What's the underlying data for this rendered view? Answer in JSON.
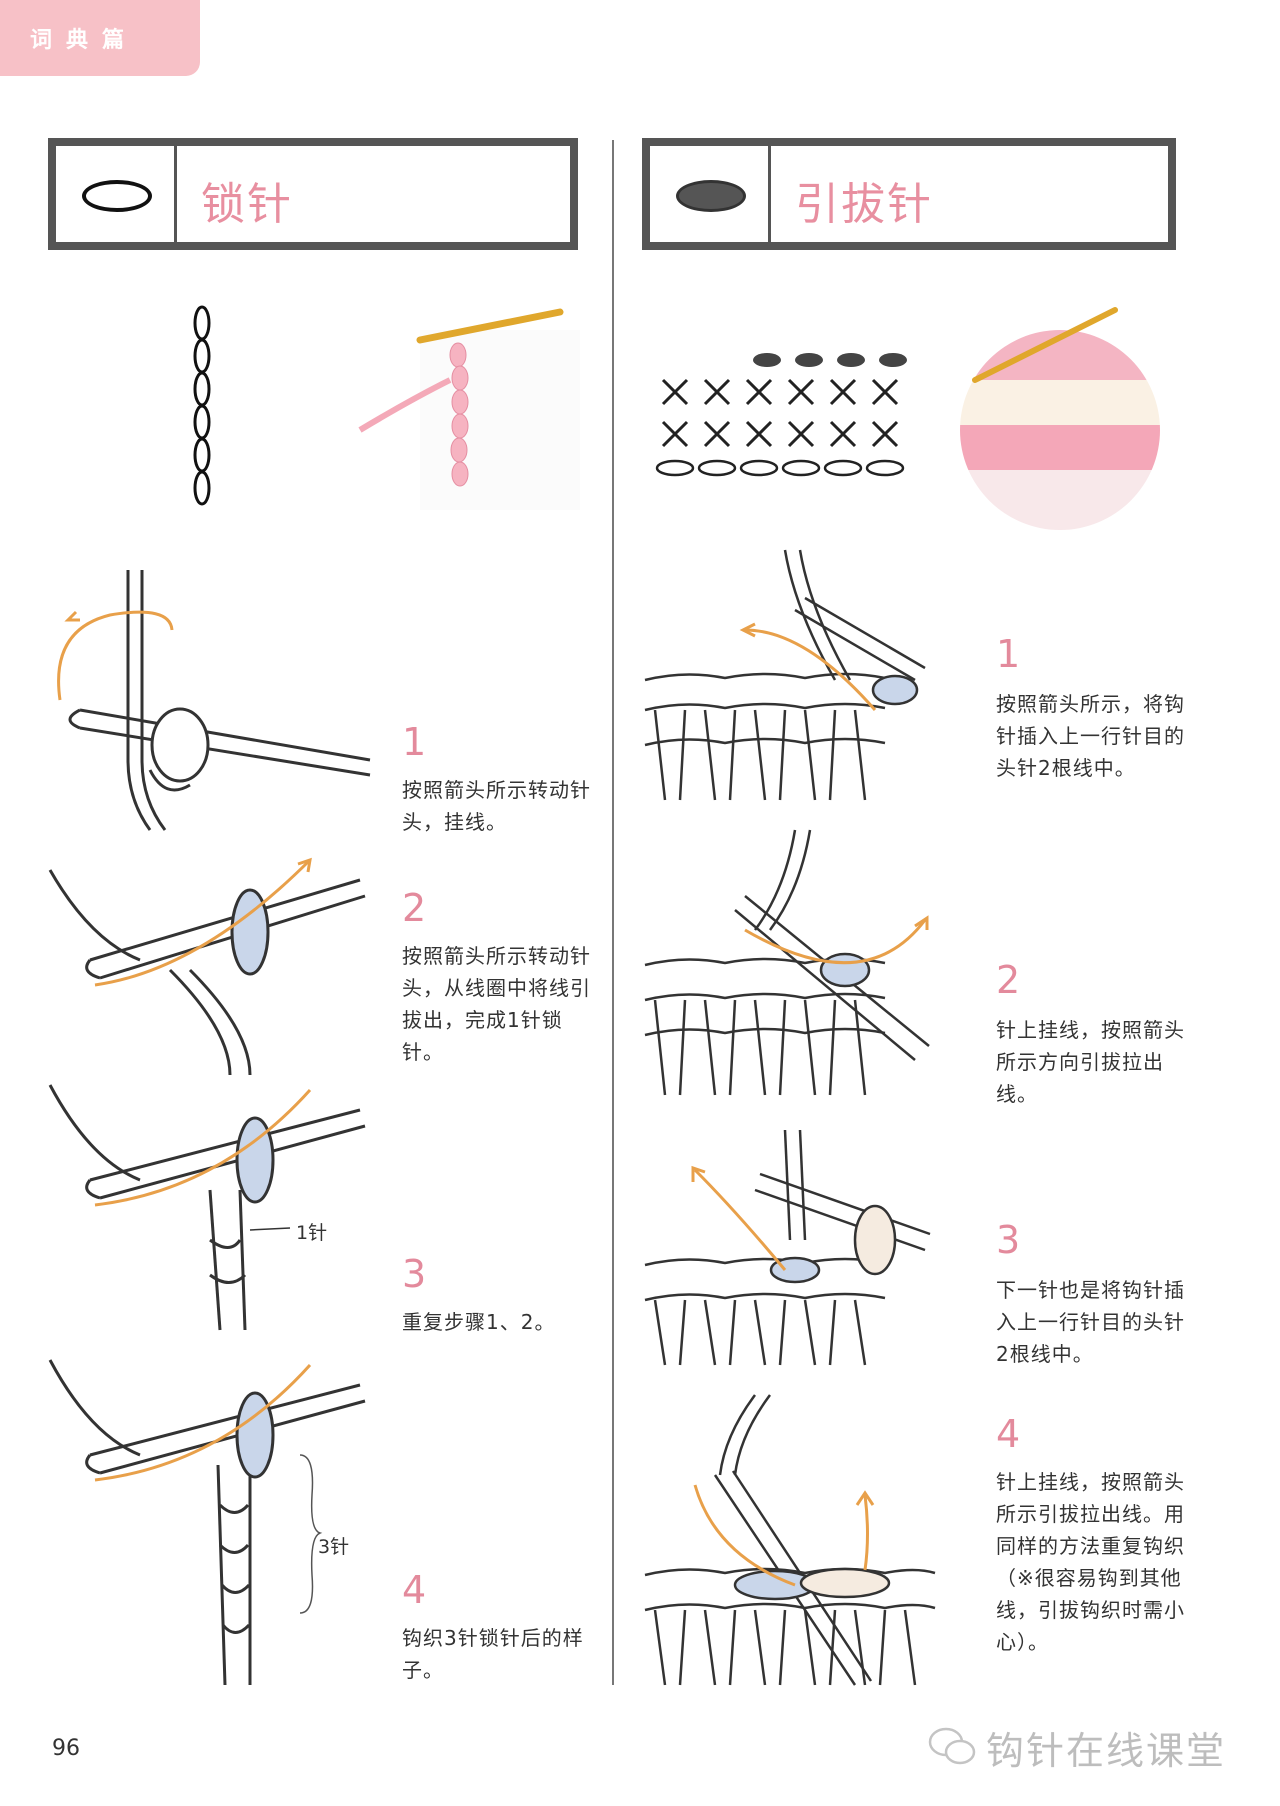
{
  "corner_tab": {
    "label": "词典篇"
  },
  "left_section": {
    "title": "锁针",
    "steps": [
      {
        "number": "1",
        "text": "按照箭头所示转动针头，挂线。"
      },
      {
        "number": "2",
        "text": "按照箭头所示转动针头，从线圈中将线引拔出，完成1针锁针。"
      },
      {
        "number": "3",
        "text": "重复步骤1、2。"
      },
      {
        "number": "4",
        "text": "钩织3针锁针后的样子。"
      }
    ],
    "annotations": {
      "one_stitch": "1针",
      "three_stitch": "3针"
    }
  },
  "right_section": {
    "title": "引拔针",
    "steps": [
      {
        "number": "1",
        "text": "按照箭头所示，将钩针插入上一行针目的头针2根线中。"
      },
      {
        "number": "2",
        "text": "针上挂线，按照箭头所示方向引拔拉出线。"
      },
      {
        "number": "3",
        "text": "下一针也是将钩针插入上一行针目的头针2根线中。"
      },
      {
        "number": "4",
        "text": "针上挂线，按照箭头所示引拔拉出线。用同样的方法重复钩织（※很容易钩到其他线，引拔钩织时需小心）。"
      }
    ]
  },
  "footer": {
    "page_number": "96",
    "watermark": "钩针在线课堂"
  },
  "colors": {
    "accent_pink": "#e88fa0",
    "tab_pink": "#f7c1c7",
    "hook_gold": "#e0a72c",
    "arrow_orange": "#e8a04a",
    "loop_blue": "#c9d6ea",
    "frame_gray": "#555555"
  },
  "icons": [
    "chain-stitch-symbol-icon",
    "slip-stitch-symbol-icon",
    "crochet-hook-icon",
    "wechat-icon"
  ]
}
